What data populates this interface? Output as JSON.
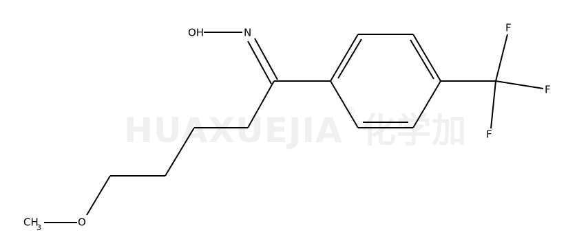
{
  "watermark": {
    "text": "HUAXUEJIA",
    "registered": "®",
    "chinese": "化学加"
  },
  "atoms": {
    "hydroxyl": "OH",
    "imine_n": "N",
    "ether_o": "O",
    "methyl_c": "CH",
    "methyl_sub": "3",
    "f_top": "F",
    "f_right": "F",
    "f_bottom": "F"
  }
}
